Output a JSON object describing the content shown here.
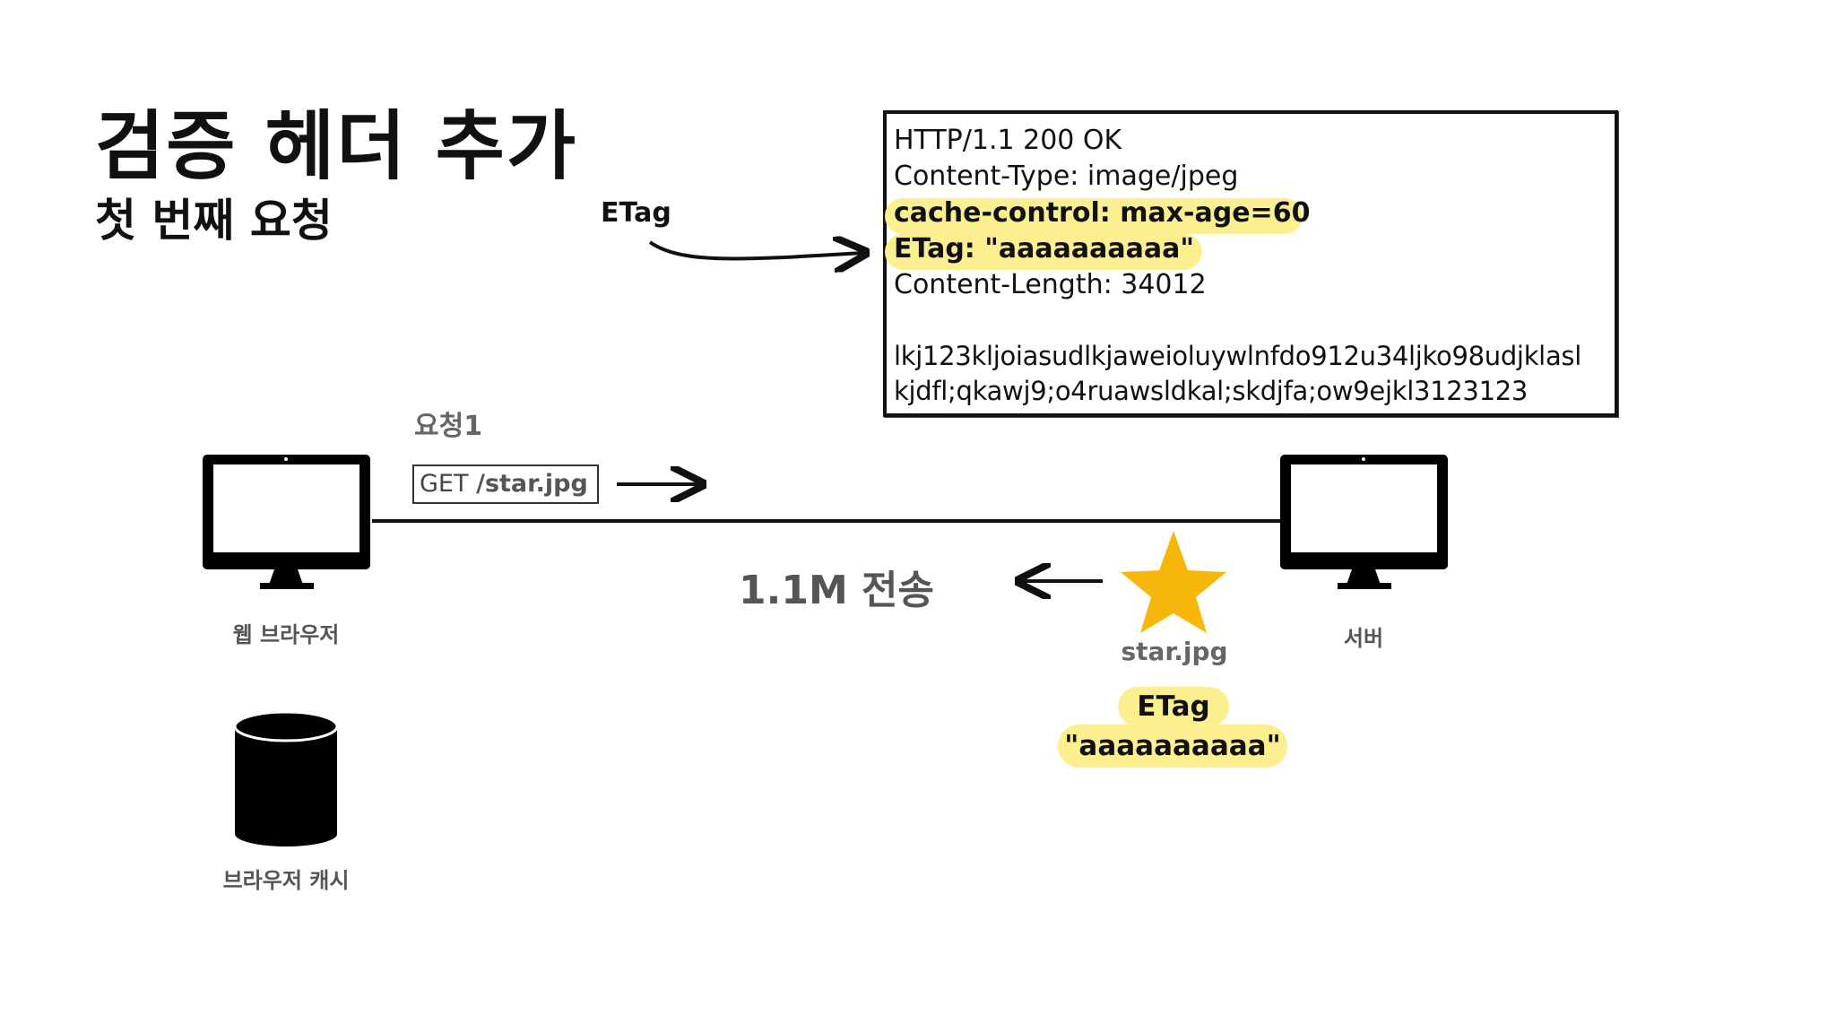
{
  "title": "검증 헤더 추가",
  "subtitle": "첫 번째 요청",
  "annotation_label": "ETag",
  "response": {
    "status": "HTTP/1.1 200 OK",
    "content_type": "Content-Type: image/jpeg",
    "cache_control": "cache-control: max-age=60",
    "etag": "ETag: \"aaaaaaaaaa\"",
    "content_length": "Content-Length: 34012",
    "body_line1": "lkj123kljoiasudlkjaweioluywlnfdo912u34ljko98udjklasl",
    "body_line2": "kjdfl;qkawj9;o4ruawsldkal;skdjfa;ow9ejkl3123123"
  },
  "request": {
    "label": "요청1",
    "method": "GET",
    "path": "/star.jpg"
  },
  "transfer_label": "1.1M 전송",
  "client_label": "웹 브라우저",
  "server_label": "서버",
  "cache_label": "브라우저 캐시",
  "file": {
    "name": "star.jpg",
    "etag_label": "ETag",
    "etag_value": "\"aaaaaaaaaa\""
  },
  "colors": {
    "highlight": "#fbef8f",
    "star": "#f6b60b",
    "muted_text": "#555555"
  },
  "icons": [
    "monitor-icon",
    "database-icon",
    "star-icon",
    "arrow-icon"
  ]
}
